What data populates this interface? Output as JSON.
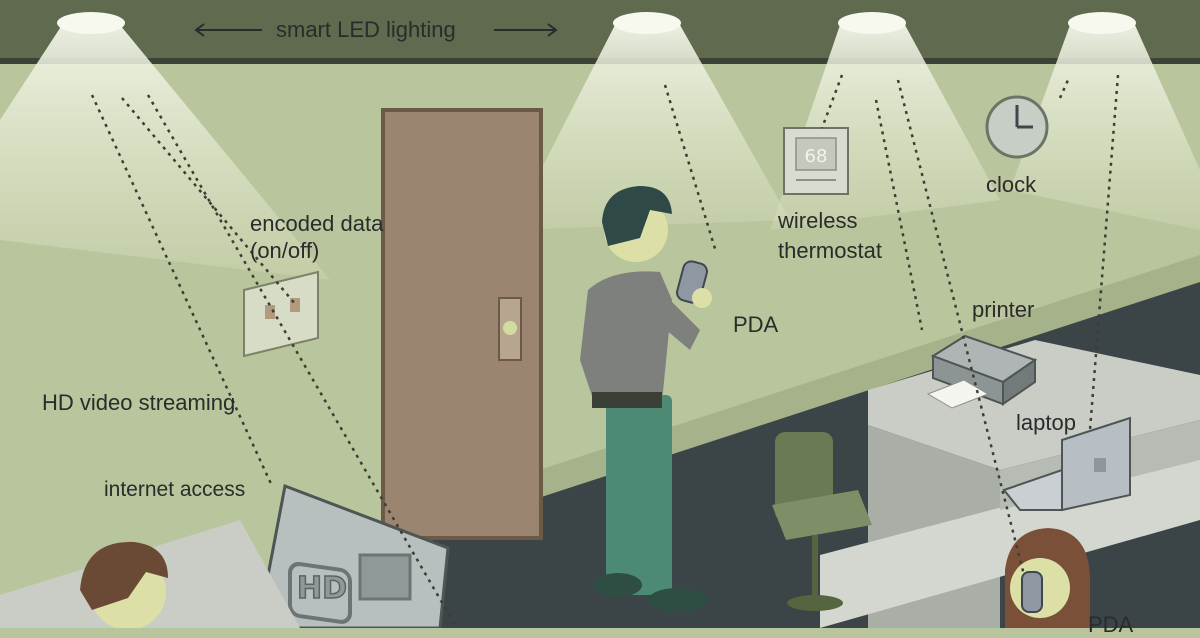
{
  "header": {
    "title": "smart LED lighting"
  },
  "labels": {
    "encoded_data_line1": "encoded data",
    "encoded_data_line2": "(on/off)",
    "hd_video_streaming": "HD video streaming",
    "internet_access": "internet access",
    "pda_standing": "PDA",
    "wireless": "wireless",
    "thermostat": "thermostat",
    "clock": "clock",
    "printer": "printer",
    "laptop": "laptop",
    "pda_seated": "PDA"
  },
  "devices": {
    "thermostat_display": "68",
    "tv_logo": "HD"
  },
  "colors": {
    "wall": "#b9c59c",
    "ceiling": "#5f6a4e",
    "floor": "#3b4446",
    "door": "#9b8470",
    "light_beam": "#e6ecd5"
  }
}
